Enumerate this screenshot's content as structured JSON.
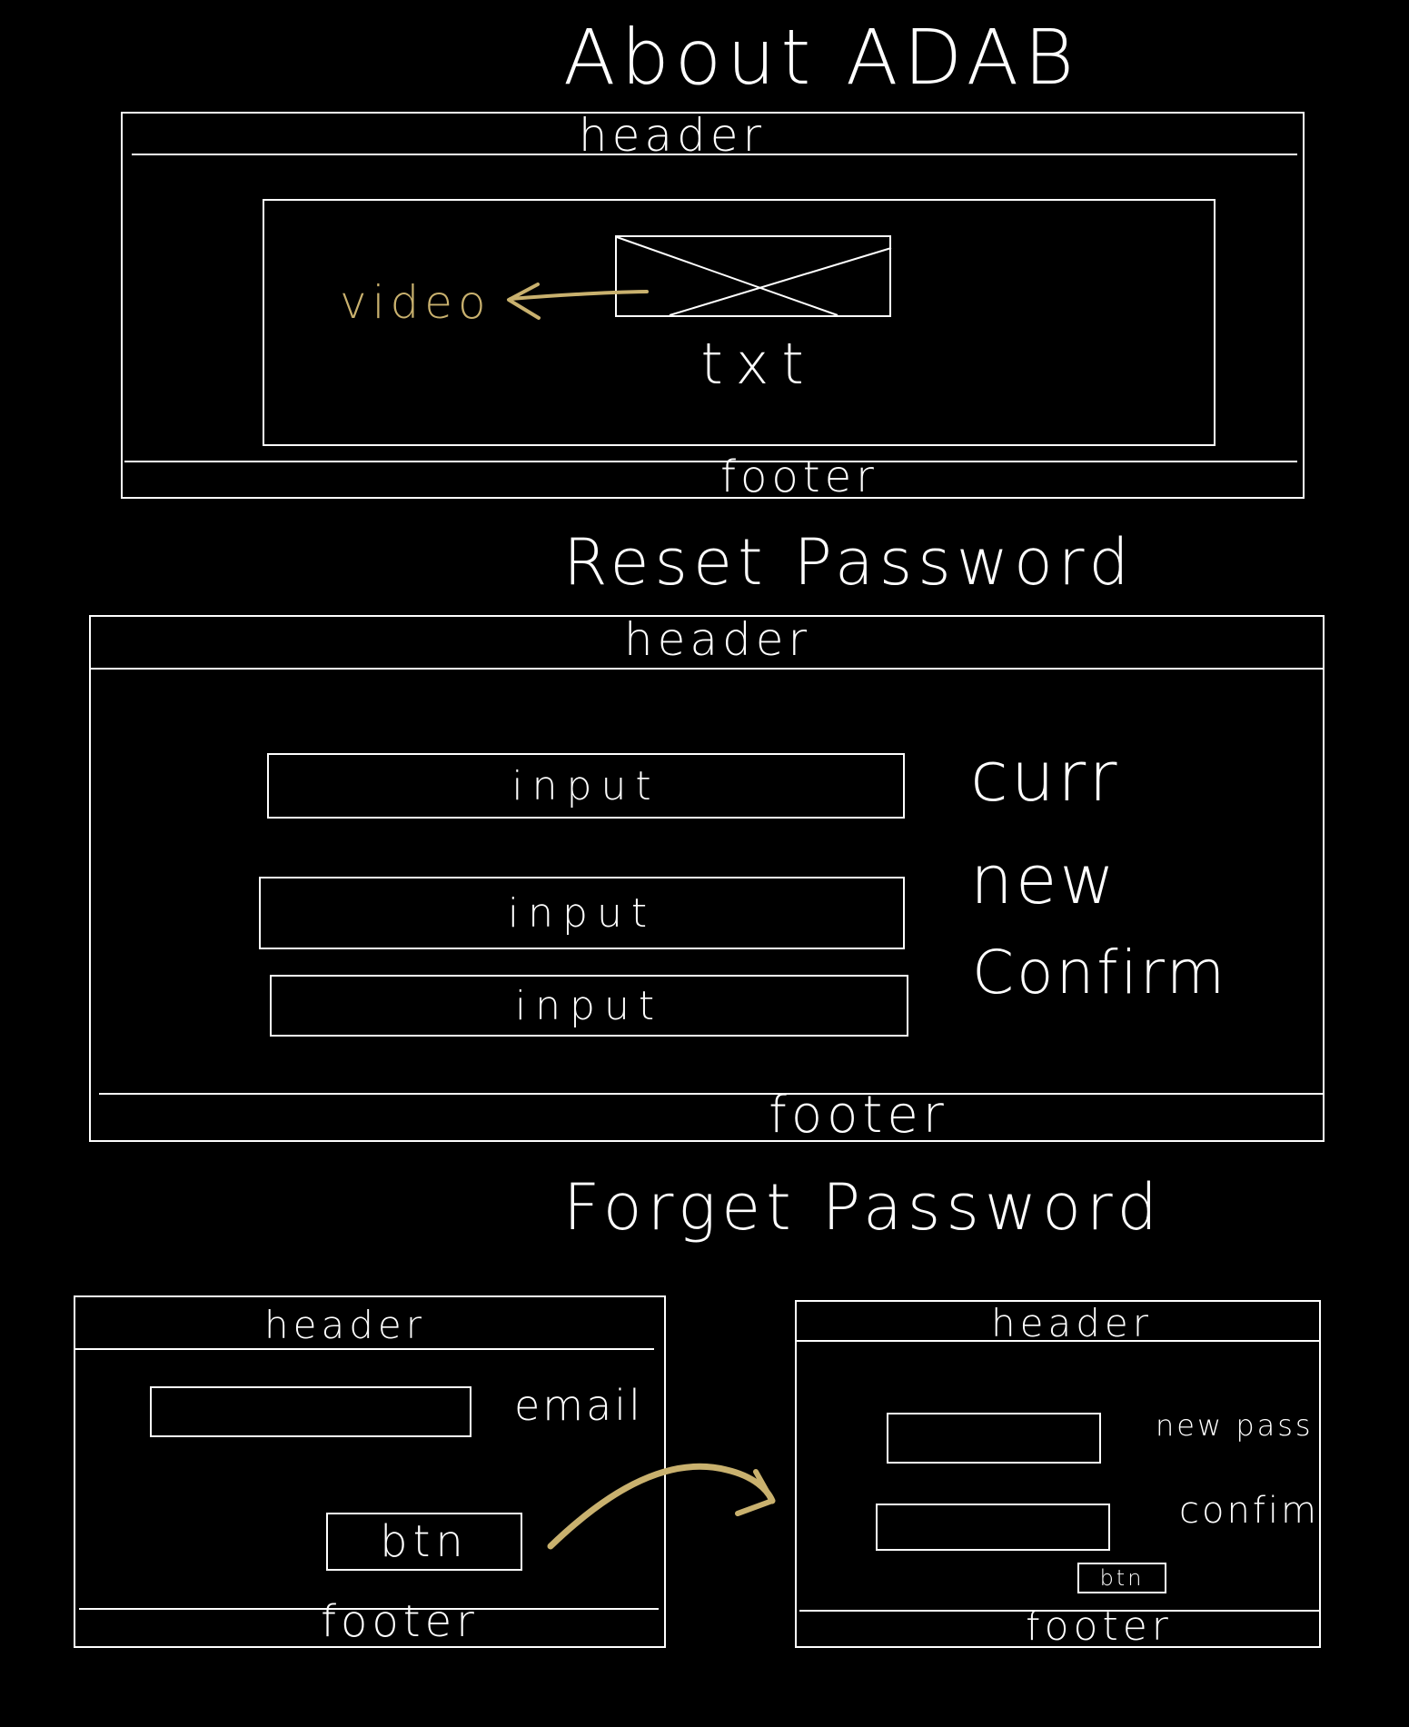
{
  "colors": {
    "background": "#000000",
    "stroke": "#ffffff",
    "annotation": "#c9b16e"
  },
  "about": {
    "title": "About ADAB",
    "header": "header",
    "footer": "footer",
    "video_label": "video",
    "image_placeholder_icon": "crossed-box-icon",
    "txt": "txt"
  },
  "reset": {
    "title": "Reset Password",
    "header": "header",
    "footer": "footer",
    "inputs": [
      "input",
      "input",
      "input"
    ],
    "labels": [
      "curr",
      "new",
      "Confirm"
    ]
  },
  "forget": {
    "title": "Forget Password",
    "step1": {
      "header": "header",
      "email_label": "email",
      "button": "btn",
      "footer": "footer"
    },
    "step2": {
      "header": "header",
      "new_pass_label": "new pass",
      "confirm_label": "confim",
      "button": "btn",
      "footer": "footer"
    }
  }
}
